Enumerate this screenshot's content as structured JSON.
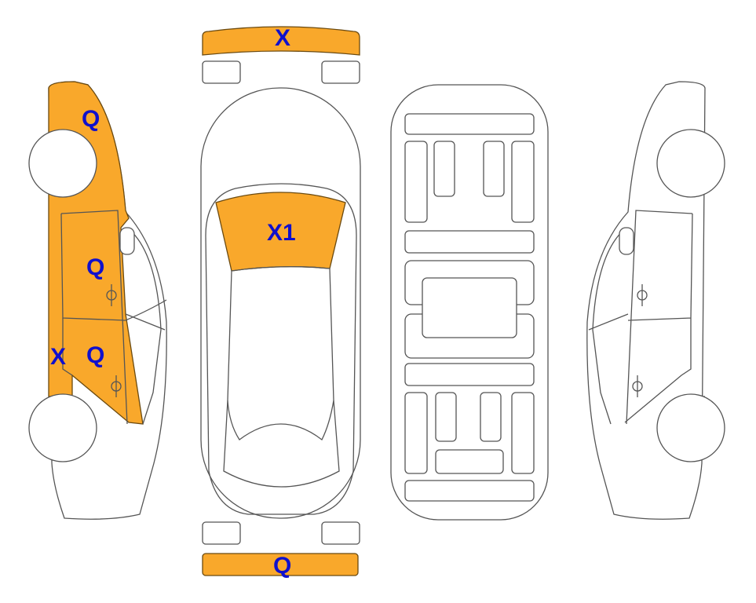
{
  "colors": {
    "damage_fill": "#F9A82B",
    "label": "#1010CC",
    "outline": "#555555"
  },
  "views": {
    "left_side": {
      "labels": {
        "hood": "Q",
        "front_door": "Q",
        "rear_door": "Q",
        "rocker": "X"
      }
    },
    "top": {
      "labels": {
        "front_bumper": "X",
        "windshield": "X1",
        "rear_bumper": "Q"
      }
    },
    "underbody": {},
    "right_side": {}
  }
}
